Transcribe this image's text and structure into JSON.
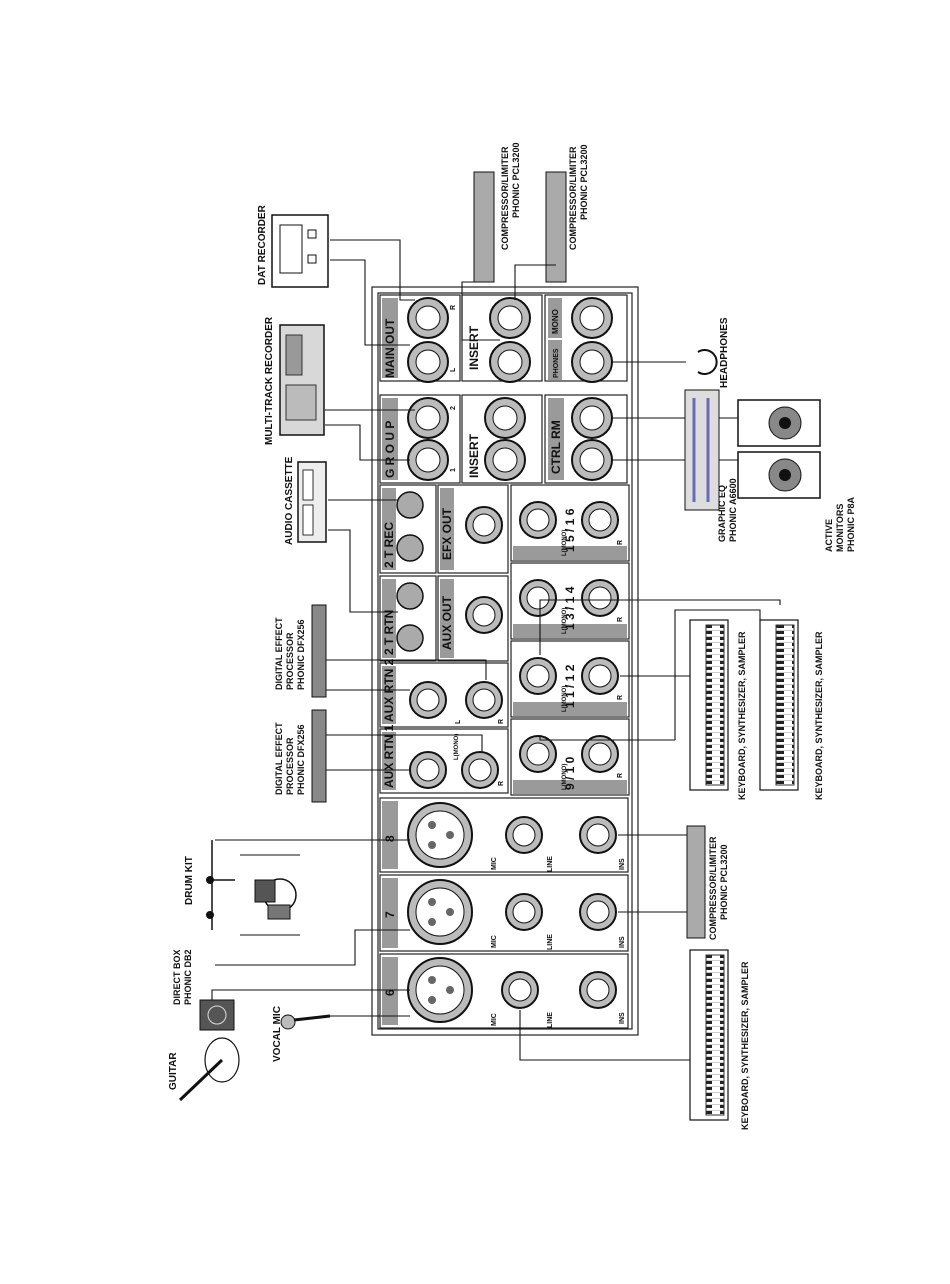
{
  "panel": {
    "main_out": "MAIN OUT",
    "insert": "INSERT",
    "mono": "MONO",
    "phones": "PHONES",
    "group": "G R O U P",
    "ctrl_rm": "CTRL RM",
    "rec_2t": "2 T   REC",
    "rtn_2t": "2 T   RTN",
    "efx_out": "EFX OUT",
    "aux_out": "AUX OUT",
    "aux_rtn_2": "AUX RTN 2",
    "aux_rtn_1": "AUX RTN 1",
    "ch_15_16": "1 5 / 1 6",
    "ch_13_14": "1 3 / 1 4",
    "ch_11_12": "1 1 / 1 2",
    "ch_9_10": "9 / 1 0",
    "ch_8": "8",
    "ch_7": "7",
    "ch_6": "6",
    "mic": "MIC",
    "line": "LINE",
    "ins": "INS",
    "L": "L",
    "R": "R",
    "one": "1",
    "two": "2",
    "l_mono": "L(MONO)"
  },
  "devices": {
    "dat_recorder": "DAT  RECORDER",
    "multitrack": "MULTI-TRACK RECORDER",
    "audio_cassette": "AUDIO CASSETTE",
    "dfx1_line1": "DIGITAL EFFECT",
    "dfx1_line2": "PROCESSOR",
    "dfx1_line3": "PHONIC DFX256",
    "dfx2_line1": "DIGITAL EFFECT",
    "dfx2_line2": "PROCESSOR",
    "dfx2_line3": "PHONIC DFX256",
    "drum_kit": "DRUM  KIT",
    "direct_box_1": "DIRECT BOX",
    "direct_box_2": "PHONIC DB2",
    "guitar": "GUITAR",
    "vocal_mic": "VOCAL MIC",
    "comp_top1_1": "COMPRESSOR/LIMITER",
    "comp_top1_2": "PHONIC PCL3200",
    "comp_top2_1": "COMPRESSOR/LIMITER",
    "comp_top2_2": "PHONIC PCL3200",
    "comp_right_1": "COMPRESSOR/LIMITER",
    "comp_right_2": "PHONIC PCL3200",
    "headphones": "HEADPHONES",
    "graphic_eq_1": "GRAPHIC  EQ",
    "graphic_eq_2": "PHONIC A6600",
    "monitors_1": "ACTIVE",
    "monitors_2": "MONITORS",
    "monitors_3": "PHONIC P8A",
    "keyboard": "KEYBOARD, SYNTHESIZER, SAMPLER"
  }
}
